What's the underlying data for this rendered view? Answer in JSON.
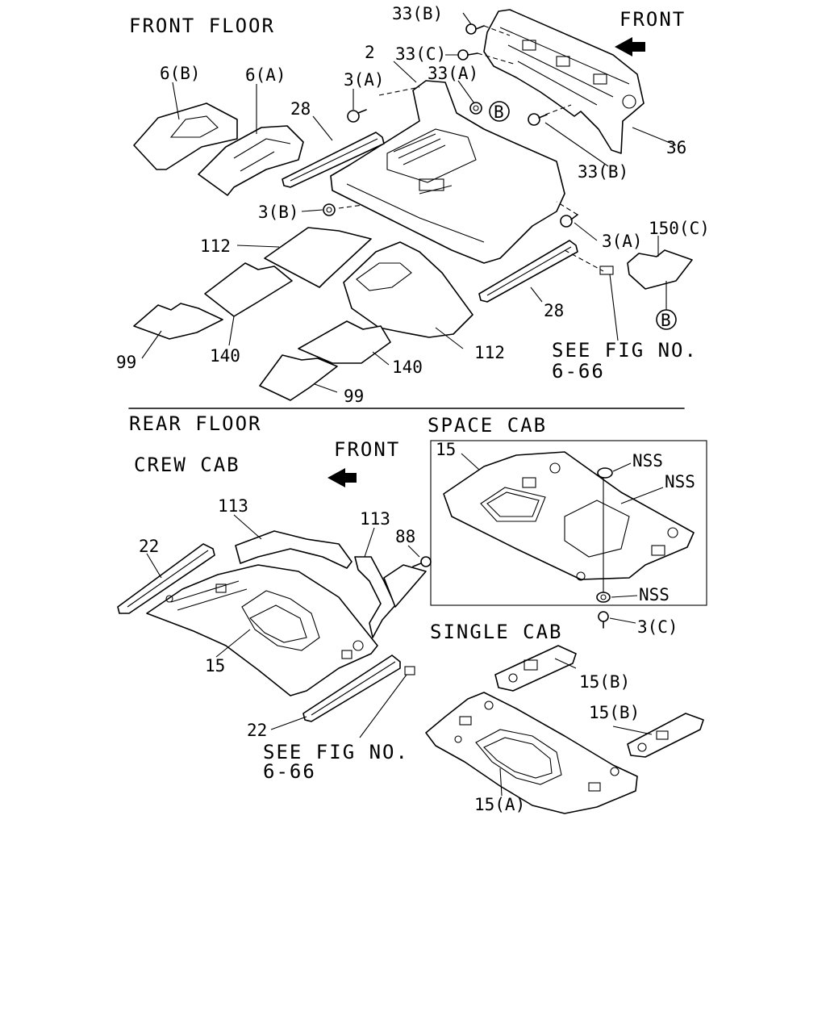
{
  "headings": {
    "front_floor": "FRONT FLOOR",
    "rear_floor": "REAR FLOOR",
    "crew_cab": "CREW CAB",
    "space_cab": "SPACE CAB",
    "single_cab": "SINGLE CAB",
    "front_top": "FRONT",
    "front_rear": "FRONT"
  },
  "references": {
    "see_fig_1_line1": "SEE FIG NO.",
    "see_fig_1_line2": "6-66",
    "see_fig_2_line1": "SEE FIG NO.",
    "see_fig_2_line2": "6-66"
  },
  "callouts": {
    "c_33b_top": "33(B)",
    "c_33c": "33(C)",
    "c_2": "2",
    "c_33a": "33(A)",
    "c_6b": "6(B)",
    "c_6a": "6(A)",
    "c_3a_top": "3(A)",
    "c_28_top": "28",
    "c_36": "36",
    "c_33b_bottom": "33(B)",
    "c_3b": "3(B)",
    "c_3a_right": "3(A)",
    "c_150c": "150(C)",
    "c_112_left": "112",
    "c_28_bottom": "28",
    "c_99_left": "99",
    "c_140_left": "140",
    "c_140_right": "140",
    "c_112_right": "112",
    "c_99_bottom": "99",
    "c_15_space": "15",
    "c_nss_1": "NSS",
    "c_nss_2": "NSS",
    "c_nss_3": "NSS",
    "c_3c": "3(C)",
    "c_113_left": "113",
    "c_113_right": "113",
    "c_88": "88",
    "c_22_top": "22",
    "c_15_crew": "15",
    "c_22_bottom": "22",
    "c_15b_top": "15(B)",
    "c_15b_right": "15(B)",
    "c_15a": "15(A)"
  },
  "markers": {
    "b_top": "B",
    "b_right": "B"
  }
}
